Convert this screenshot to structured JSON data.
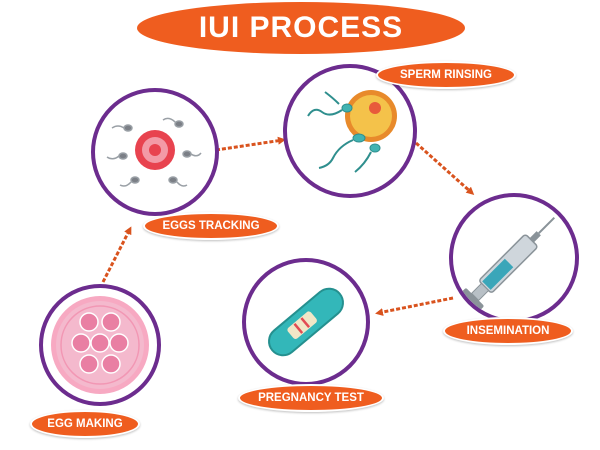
{
  "title": "IUI PROCESS",
  "colors": {
    "accent": "#ef5d1f",
    "ring": "#6c2c8e",
    "arrow": "#d9531e",
    "label_text": "#ffffff"
  },
  "steps": [
    {
      "label": "EGG MAKING",
      "icon": "egg-cluster-icon"
    },
    {
      "label": "EGGS TRACKING",
      "icon": "egg-with-sperm-icon"
    },
    {
      "label": "SPERM RINSING",
      "icon": "sperm-fertilization-icon"
    },
    {
      "label": "INSEMINATION",
      "icon": "syringe-icon"
    },
    {
      "label": "PREGNANCY TEST",
      "icon": "pregnancy-test-icon"
    }
  ]
}
